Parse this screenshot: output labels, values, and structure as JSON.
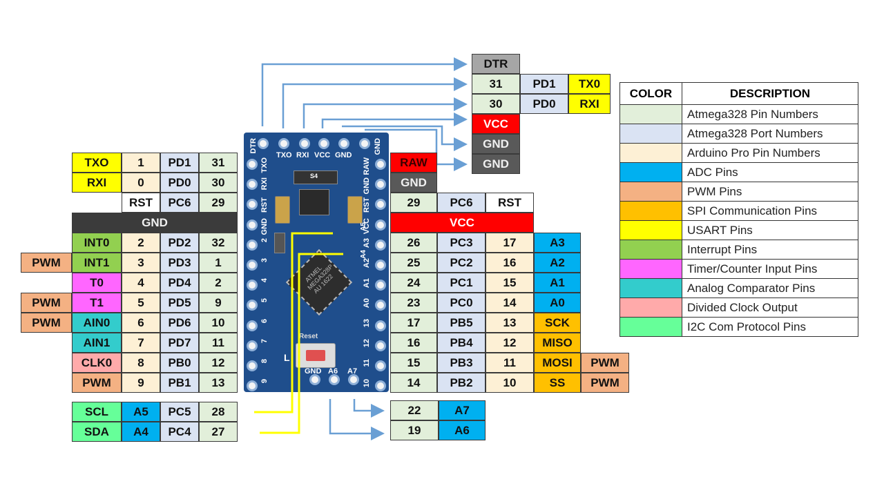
{
  "colors": {
    "atmega_pin": "#e2efda",
    "atmega_port": "#dae3f3",
    "arduino_pin": "#fdf0d5",
    "adc": "#00b0f0",
    "pwm": "#f4b183",
    "spi": "#ffc000",
    "usart": "#ffff00",
    "interrupt": "#92d050",
    "timer": "#ff66ff",
    "comparator": "#33cccc",
    "clock": "#ffaaaa",
    "i2c": "#66ff99",
    "gnd": "#3b3b3b",
    "vcc": "#ff0000",
    "dtr": "#a6a6a6",
    "arrow": "#6a9fd4",
    "i2c_wire": "#ffff00"
  },
  "top_header": {
    "dtr": "DTR",
    "rows": [
      {
        "atmega_pin": "31",
        "port": "PD1",
        "func": "TX0"
      },
      {
        "atmega_pin": "30",
        "port": "PD0",
        "func": "RXI"
      }
    ],
    "vcc": "VCC",
    "gnd1": "GND",
    "gnd2": "GND"
  },
  "left_pins": [
    {
      "extra": "",
      "func": "TXO",
      "arduino": "1",
      "port": "PD1",
      "atmega": "31"
    },
    {
      "extra": "",
      "func": "RXI",
      "arduino": "0",
      "port": "PD0",
      "atmega": "30"
    },
    {
      "extra": "",
      "func": "",
      "arduino": "RST",
      "port": "PC6",
      "atmega": "29"
    },
    {
      "gnd": "GND"
    },
    {
      "extra": "",
      "func": "INT0",
      "arduino": "2",
      "port": "PD2",
      "atmega": "32"
    },
    {
      "extra": "PWM",
      "func": "INT1",
      "arduino": "3",
      "port": "PD3",
      "atmega": "1"
    },
    {
      "extra": "",
      "func": "T0",
      "arduino": "4",
      "port": "PD4",
      "atmega": "2"
    },
    {
      "extra": "PWM",
      "func": "T1",
      "arduino": "5",
      "port": "PD5",
      "atmega": "9"
    },
    {
      "extra": "PWM",
      "func": "AIN0",
      "arduino": "6",
      "port": "PD6",
      "atmega": "10"
    },
    {
      "extra": "",
      "func": "AIN1",
      "arduino": "7",
      "port": "PD7",
      "atmega": "11"
    },
    {
      "extra": "",
      "func": "CLK0",
      "arduino": "8",
      "port": "PB0",
      "atmega": "12"
    },
    {
      "extra": "",
      "func": "PWM",
      "arduino": "9",
      "port": "PB1",
      "atmega": "13"
    }
  ],
  "i2c_pins": [
    {
      "func": "SCL",
      "analog": "A5",
      "port": "PC5",
      "atmega": "28"
    },
    {
      "func": "SDA",
      "analog": "A4",
      "port": "PC4",
      "atmega": "27"
    }
  ],
  "right_pins": {
    "raw": "RAW",
    "gnd": "GND",
    "rst_row": {
      "atmega": "29",
      "port": "PC6",
      "arduino": "RST"
    },
    "vcc": "VCC",
    "rows": [
      {
        "atmega": "26",
        "port": "PC3",
        "arduino": "17",
        "func": "A3",
        "extra": ""
      },
      {
        "atmega": "25",
        "port": "PC2",
        "arduino": "16",
        "func": "A2",
        "extra": ""
      },
      {
        "atmega": "24",
        "port": "PC1",
        "arduino": "15",
        "func": "A1",
        "extra": ""
      },
      {
        "atmega": "23",
        "port": "PC0",
        "arduino": "14",
        "func": "A0",
        "extra": ""
      },
      {
        "atmega": "17",
        "port": "PB5",
        "arduino": "13",
        "func": "SCK",
        "extra": ""
      },
      {
        "atmega": "16",
        "port": "PB4",
        "arduino": "12",
        "func": "MISO",
        "extra": ""
      },
      {
        "atmega": "15",
        "port": "PB3",
        "arduino": "11",
        "func": "MOSI",
        "extra": "PWM"
      },
      {
        "atmega": "14",
        "port": "PB2",
        "arduino": "10",
        "func": "SS",
        "extra": "PWM"
      }
    ]
  },
  "bottom_pins": [
    {
      "atmega": "22",
      "analog": "A7"
    },
    {
      "atmega": "19",
      "analog": "A6"
    }
  ],
  "legend": {
    "header_color": "COLOR",
    "header_desc": "DESCRIPTION",
    "items": [
      {
        "color": "#e2efda",
        "label": "Atmega328 Pin Numbers"
      },
      {
        "color": "#dae3f3",
        "label": "Atmega328 Port Numbers"
      },
      {
        "color": "#fdf0d5",
        "label": "Arduino Pro Pin Numbers"
      },
      {
        "color": "#00b0f0",
        "label": "ADC Pins"
      },
      {
        "color": "#f4b183",
        "label": "PWM Pins"
      },
      {
        "color": "#ffc000",
        "label": "SPI Communication Pins"
      },
      {
        "color": "#ffff00",
        "label": "USART Pins"
      },
      {
        "color": "#92d050",
        "label": "Interrupt Pins"
      },
      {
        "color": "#ff66ff",
        "label": "Timer/Counter Input Pins"
      },
      {
        "color": "#33cccc",
        "label": "Analog Comparator Pins"
      },
      {
        "color": "#ffaaaa",
        "label": "Divided Clock Output"
      },
      {
        "color": "#66ff99",
        "label": "I2C Com Protocol Pins"
      }
    ]
  },
  "board": {
    "top_labels": [
      "TXO",
      "RXI",
      "VCC",
      "GND"
    ],
    "corner_left": "DTR",
    "corner_right": "GND",
    "left_labels": [
      "TXO",
      "RXI",
      "RST",
      "GND",
      "2",
      "3",
      "4",
      "5",
      "6",
      "7",
      "8",
      "9"
    ],
    "right_labels": [
      "RAW",
      "GND",
      "RST",
      "VCC",
      "A3",
      "A2",
      "A1",
      "A0",
      "13",
      "12",
      "11",
      "10"
    ],
    "bottom_labels": [
      "GND",
      "A6",
      "A7"
    ],
    "inner_labels": [
      "A5",
      "A4"
    ],
    "chip_text": "ATMEL MEGA328P AU 1622",
    "reset_label": "Reset",
    "regulator_label": "S4",
    "led_label": "L"
  }
}
